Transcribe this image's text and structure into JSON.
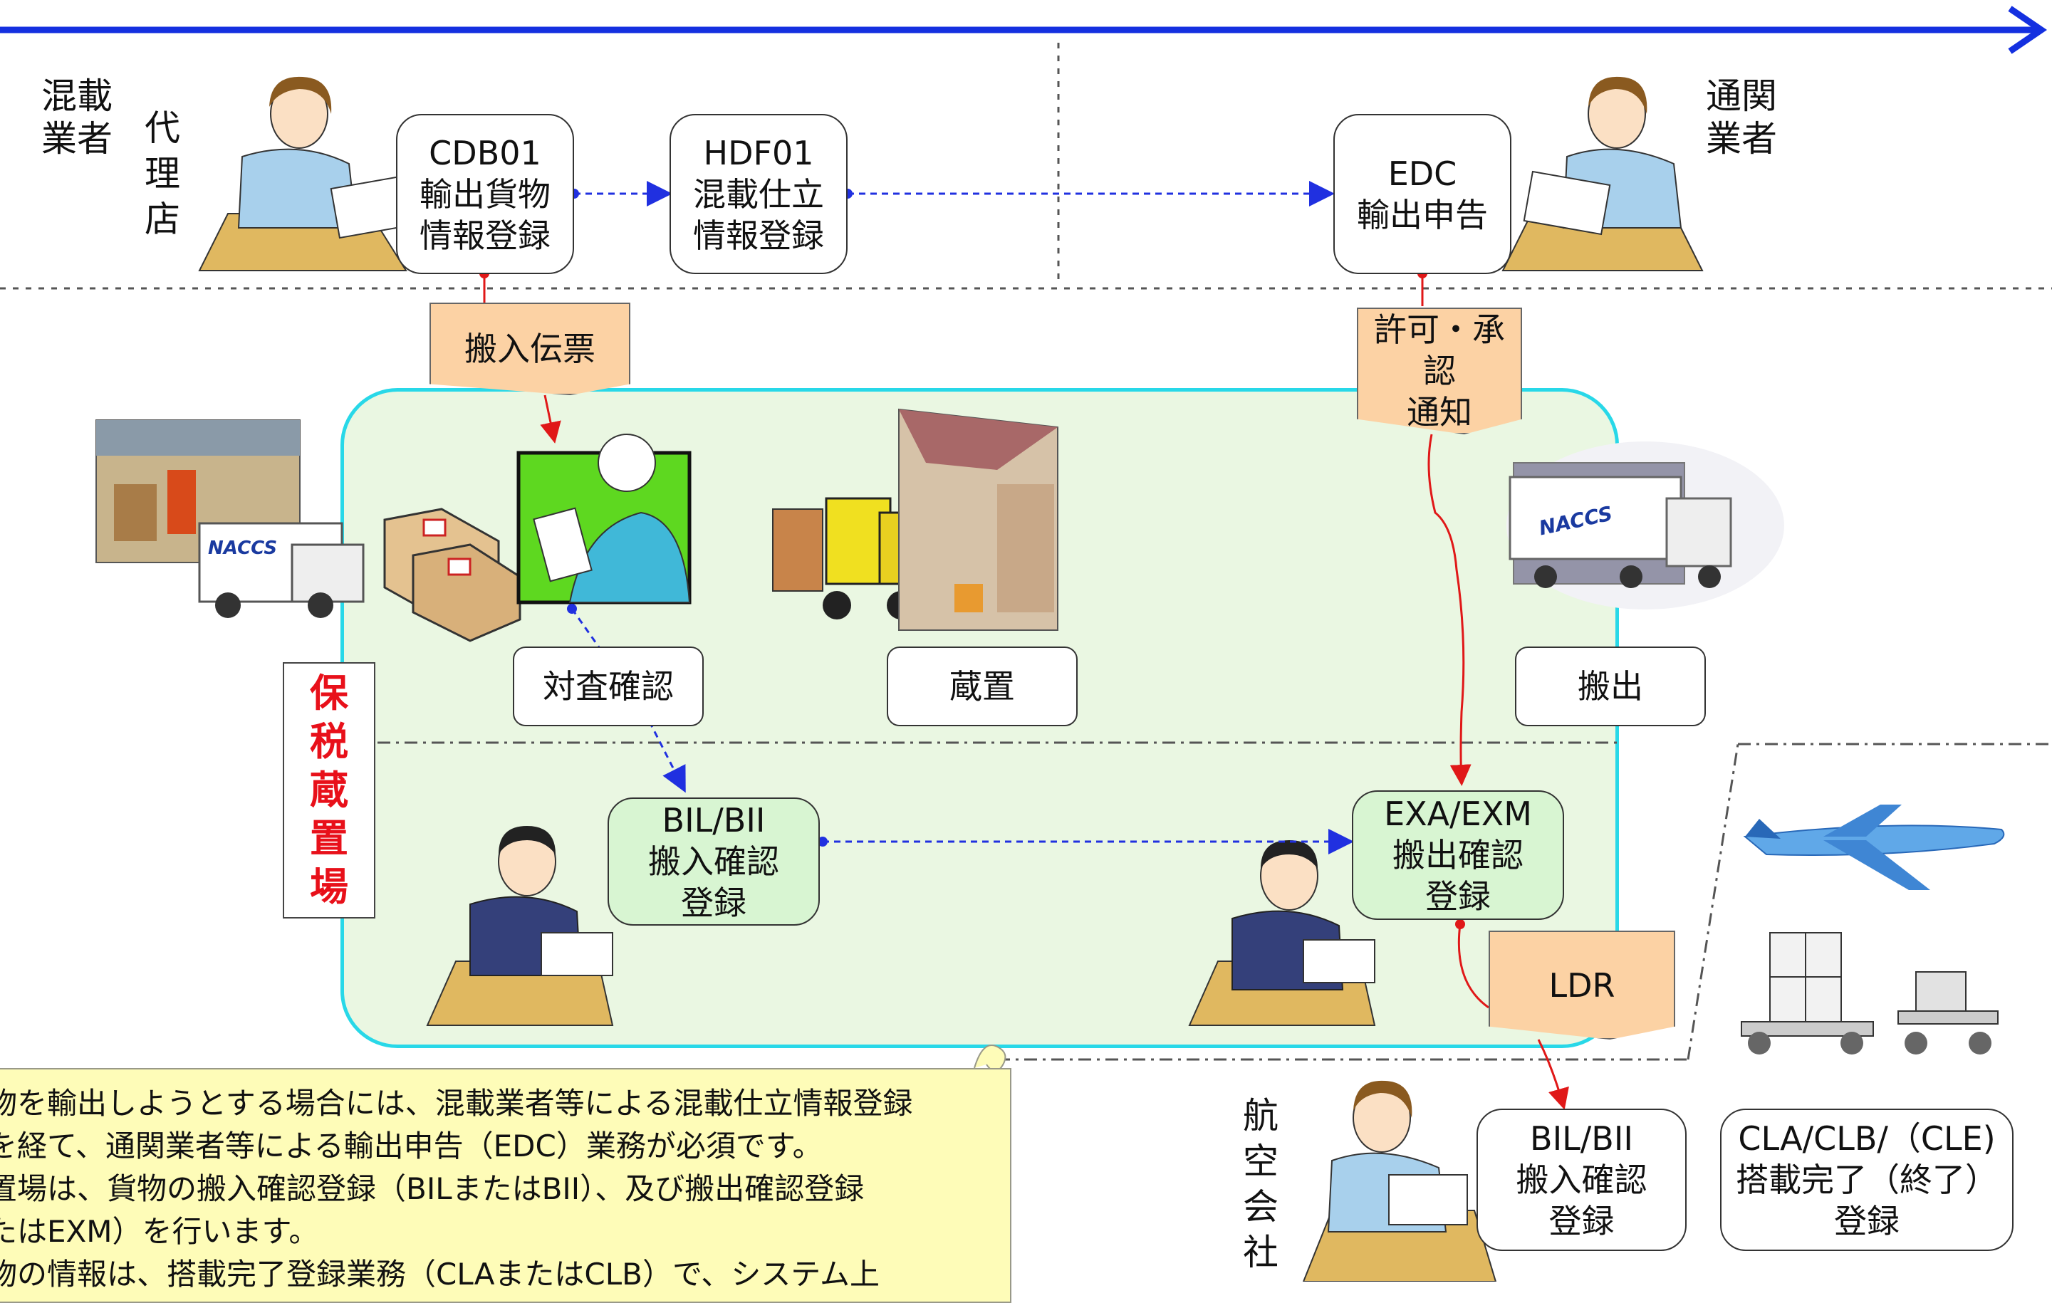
{
  "agents": {
    "consolidator": [
      "混載",
      "業者"
    ],
    "agency": [
      "代",
      "理",
      "店"
    ],
    "customs_broker": [
      "通関",
      "業者"
    ],
    "airline": [
      "航",
      "空",
      "会",
      "社"
    ]
  },
  "boxes": {
    "cdb01": [
      "CDB01",
      "輸出貨物",
      "情報登録"
    ],
    "hdf01": [
      "HDF01",
      "混載仕立",
      "情報登録"
    ],
    "edc": [
      "EDC",
      "輸出申告"
    ],
    "check": "対査確認",
    "storage": "蔵置",
    "carryout": "搬出",
    "bil_mid": [
      "BIL/BII",
      "搬入確認",
      "登録"
    ],
    "exa": [
      "EXA/EXM",
      "搬出確認",
      "登録"
    ],
    "bil_bot": [
      "BIL/BII",
      "搬入確認",
      "登録"
    ],
    "cla": [
      "CLA/CLB/（CLE)",
      "搭載完了（終了）",
      "登録"
    ]
  },
  "documents": {
    "slip": "搬入伝票",
    "permit": [
      "許可・承認",
      "通知"
    ],
    "ldr": "LDR"
  },
  "bonded_area": [
    "保",
    "税",
    "蔵",
    "置",
    "場"
  ],
  "truck_brand": "NACCS",
  "note_lines": [
    "物を輸出しようとする場合には、混載業者等による混載仕立情報登録",
    "を経て、通関業者等による輸出申告（EDC）業務が必須です。",
    "置場は、貨物の搬入確認登録（BILまたはBII）、及び搬出確認登録",
    "たはEXM）を行います。",
    "物の情報は、搭載完了登録業務（CLAまたはCLB）で、システム上"
  ],
  "colors": {
    "timeline": "#1430e0",
    "flow_dotted": "#2030e0",
    "doc_arrow": "#e01818",
    "zone_border": "#28d8e8",
    "zone_fill": "#eaf7e2",
    "bonded_text": "#e8101a",
    "doc_fill": "#fcd2a4",
    "green_box": "#d8f5d2",
    "note_fill": "#fefcb8"
  }
}
